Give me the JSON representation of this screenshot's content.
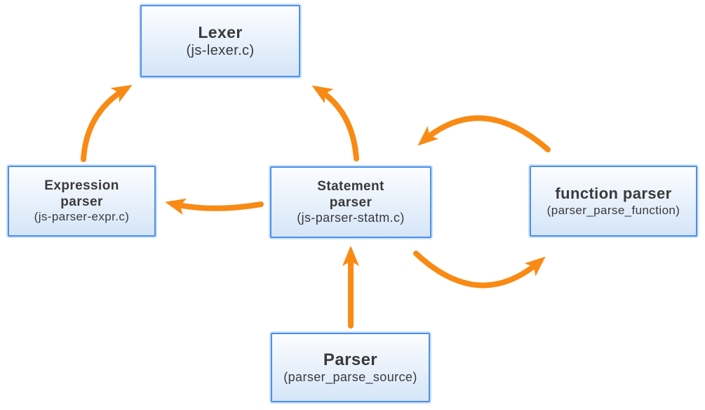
{
  "diagram": {
    "background": "#FFFFFF",
    "colors": {
      "arrow": "#F98A14",
      "box_border": "#4D90E8",
      "box_fill_top": "#FCFDFF",
      "box_fill_bottom": "#D5E5F8",
      "text": "#3A3A3C"
    },
    "nodes": {
      "lexer": {
        "title": "Lexer",
        "subtitle": "(js-lexer.c)"
      },
      "expression": {
        "title": "Expression\nparser",
        "subtitle": "(js-parser-expr.c)"
      },
      "statement": {
        "title": "Statement\nparser",
        "subtitle": "(js-parser-statm.c)"
      },
      "function": {
        "title": "function parser",
        "subtitle": "(parser_parse_function)"
      },
      "parser": {
        "title": "Parser",
        "subtitle": "(parser_parse_source)"
      }
    },
    "edges": [
      {
        "from": "expression-parser",
        "to": "lexer",
        "style": "curved"
      },
      {
        "from": "statement-parser",
        "to": "lexer",
        "style": "curved"
      },
      {
        "from": "statement-parser",
        "to": "expression-parser",
        "style": "curved"
      },
      {
        "from": "statement-parser",
        "to": "function-parser",
        "style": "curved-loop-bottom"
      },
      {
        "from": "function-parser",
        "to": "statement-parser",
        "style": "curved-loop-top"
      },
      {
        "from": "parser",
        "to": "statement-parser",
        "style": "straight"
      }
    ]
  }
}
